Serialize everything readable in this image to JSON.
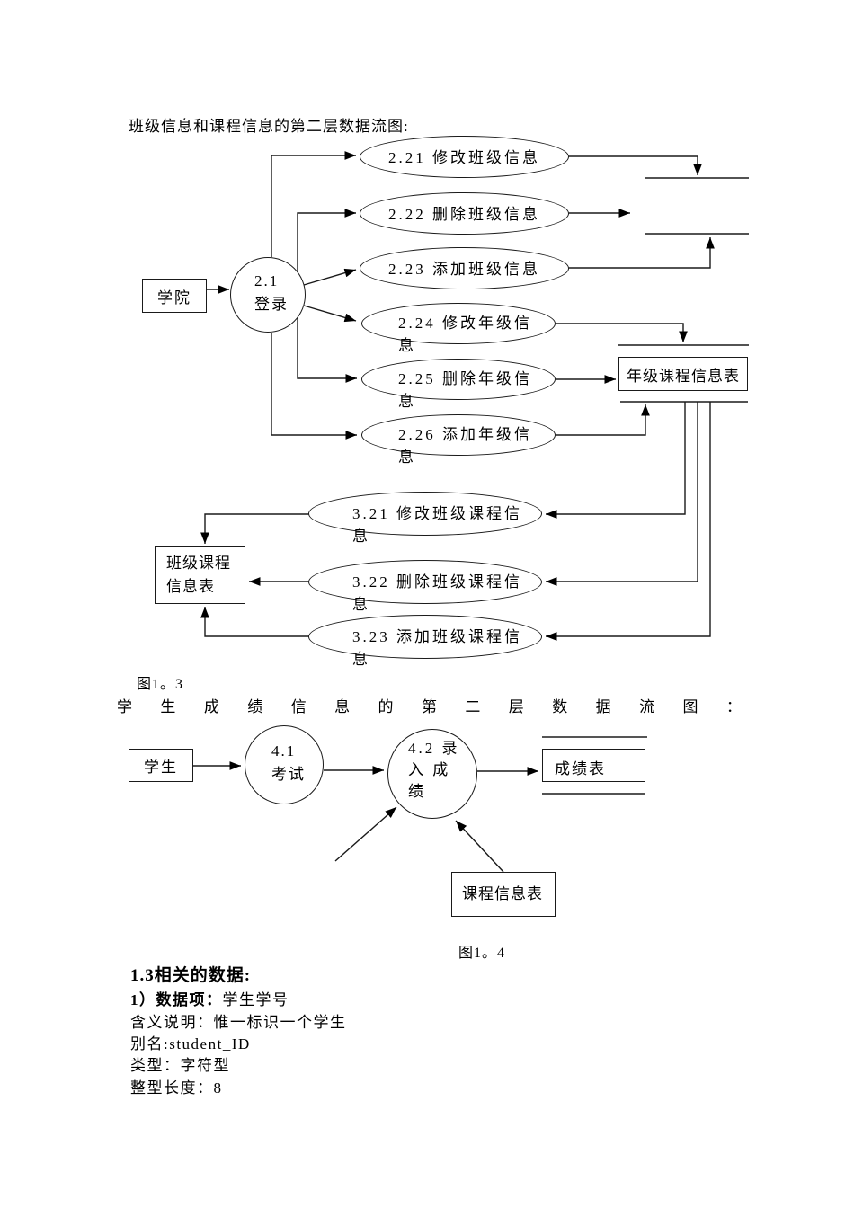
{
  "doc": {
    "title1": "班级信息和课程信息的第二层数据流图:",
    "fig1_caption": "图1。3",
    "title2": "学生成绩信息的第二层数据流图：",
    "fig2_caption": "图1。4"
  },
  "dfd1": {
    "entity_college": "学院",
    "process_login": "2.1\n登录",
    "processes": [
      {
        "label": "2.21 修改班级信息"
      },
      {
        "label": "2.22 删除班级信息"
      },
      {
        "label": "2.23 添加班级信息"
      },
      {
        "label": "2.24 修改年级信\n息"
      },
      {
        "label": "2.25 删除年级信\n息"
      },
      {
        "label": "2.26 添加年级信\n息"
      },
      {
        "label": "3.21 修改班级课程信\n息"
      },
      {
        "label": "3.22 删除班级课程信\n息"
      },
      {
        "label": "3.23 添加班级课程信\n息"
      }
    ],
    "store_grade_course": "年级课程信息表",
    "store_class_course": "班级课程\n信息表"
  },
  "dfd2": {
    "entity_student": "学生",
    "process_exam": "4.1\n考试",
    "process_record": "4.2 录\n入 成\n绩",
    "store_score": "成绩表",
    "store_course": "课程信息表"
  },
  "notes": {
    "heading": "1.3相关的数据:",
    "item_label": "1）数据项：",
    "item_value": "学生学号",
    "line1": "含义说明：惟一标识一个学生",
    "line2": "别名:student_ID",
    "line3": "类型：字符型",
    "line4": "整型长度：8"
  }
}
